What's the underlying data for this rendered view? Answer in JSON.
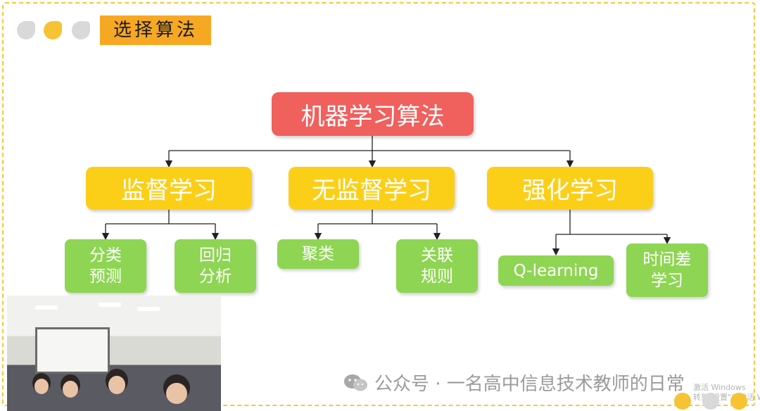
{
  "header": {
    "title": "选择算法"
  },
  "diagram": {
    "root": "机器学习算法",
    "categories": [
      {
        "label": "监督学习",
        "children": [
          [
            "分类",
            "预测"
          ],
          [
            "回归",
            "分析"
          ]
        ]
      },
      {
        "label": "无监督学习",
        "children": [
          [
            "聚类"
          ],
          [
            "关联",
            "规则"
          ]
        ]
      },
      {
        "label": "强化学习",
        "children": [
          [
            "Q-learning"
          ],
          [
            "时间差",
            "学习"
          ]
        ]
      }
    ]
  },
  "watermark": {
    "text": "公众号 · 一名高中信息技术教师的日常"
  },
  "activation": {
    "line1": "激活 Windows",
    "line2": "转到\"设置\"以激活 Win"
  },
  "colors": {
    "root": "#f0605d",
    "category": "#fbcf18",
    "leaf": "#8ed553",
    "accent": "#f7a823"
  },
  "icons": {
    "watermark": "wechat-icon"
  }
}
